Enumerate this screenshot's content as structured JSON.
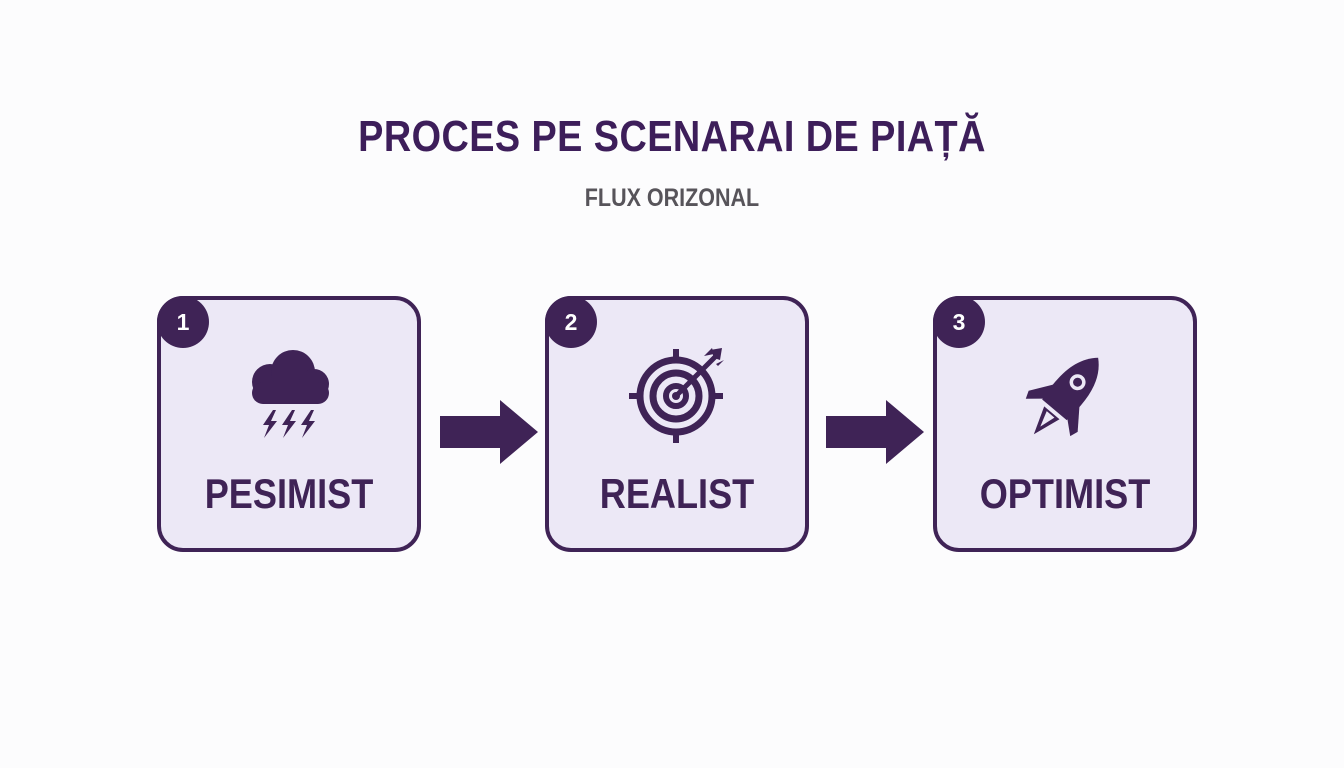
{
  "title": "PROCES PE SCENARAI DE PIAȚĂ",
  "subtitle": "FLUX ORIZONAL",
  "colors": {
    "primary": "#3f2356",
    "card_fill": "#ece8f6",
    "subtitle": "#57545a",
    "background": "#fcfcfd"
  },
  "steps": [
    {
      "number": "1",
      "label": "PESIMIST",
      "icon": "storm-cloud-icon"
    },
    {
      "number": "2",
      "label": "REALIST",
      "icon": "target-arrow-icon"
    },
    {
      "number": "3",
      "label": "OPTIMIST",
      "icon": "rocket-icon"
    }
  ]
}
